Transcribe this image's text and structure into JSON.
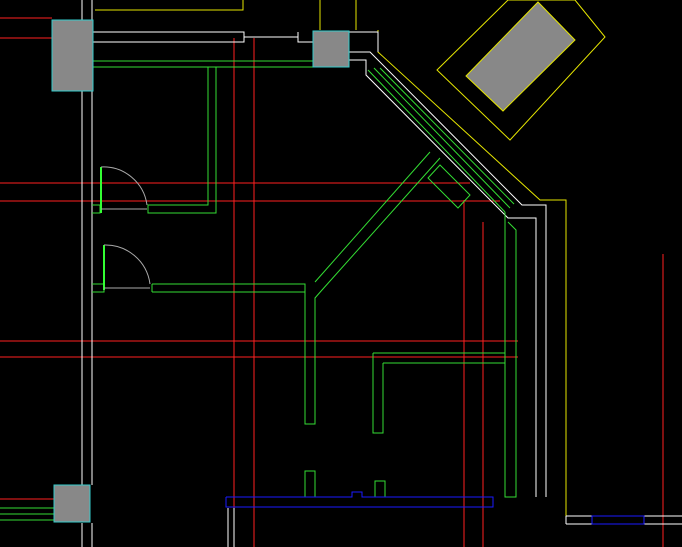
{
  "drawing": {
    "type": "cad-floor-plan",
    "background_color": "#000000",
    "layer_colors": {
      "axis_grid": "#ff2020",
      "walls": "#ffffff",
      "partitions": "#33dd33",
      "outlines": "#e6e600",
      "columns_fill": "#888888",
      "columns_border": "#33cccc",
      "beam": "#1a1aff",
      "doors": "#33ff33",
      "door_swing": "#aaaaaa"
    },
    "elements": [
      "axis-grid",
      "exterior-walls",
      "interior-partitions",
      "columns",
      "doors",
      "roof-outline",
      "diagonal-wing",
      "beam"
    ]
  }
}
